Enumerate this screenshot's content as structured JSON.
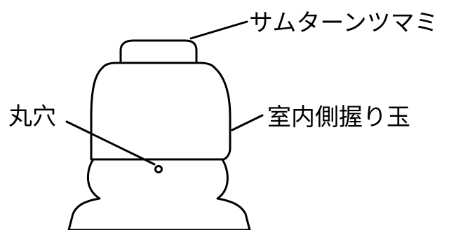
{
  "labels": {
    "thumbturn": "サムターンツマミ",
    "inner_knob": "室内側握り玉",
    "round_hole": "丸穴"
  },
  "colors": {
    "line": "#000000",
    "background": "#ffffff"
  }
}
